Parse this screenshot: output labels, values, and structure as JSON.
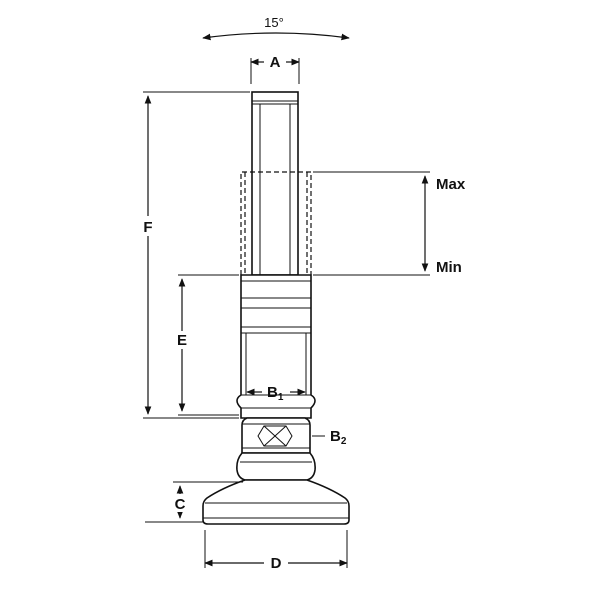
{
  "angle_label": "15°",
  "labels": {
    "A": "A",
    "F": "F",
    "max": "Max",
    "min": "Min",
    "E": "E",
    "B1_main": "B",
    "B1_sub": "1",
    "B2_main": "B",
    "B2_sub": "2",
    "C": "C",
    "D": "D"
  }
}
